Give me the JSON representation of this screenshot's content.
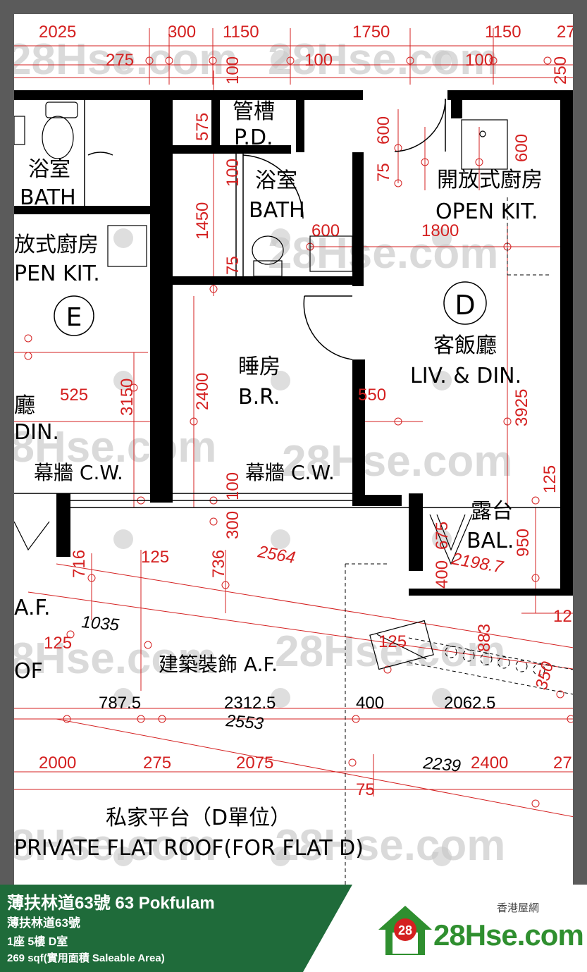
{
  "plan": {
    "room_labels": {
      "pd_cn": "管槽",
      "pd_en": "P.D.",
      "bath_cn": "浴室",
      "bath_en": "BATH",
      "open_kit_cn": "開放式廚房",
      "open_kit_en": "OPEN KIT.",
      "open_kit_left_cn": "放式廚房",
      "open_kit_left_en": "PEN KIT.",
      "unit_e": "E",
      "unit_d": "D",
      "liv_cn": "客飯廳",
      "liv_en": "LIV. & DIN.",
      "liv_left_cn": "廳",
      "liv_left_en": "DIN.",
      "br_cn": "睡房",
      "br_en": "B.R.",
      "cw_cn": "幕牆",
      "cw_en": "C.W.",
      "bal_cn": "露台",
      "bal_en": "BAL.",
      "af_cn": "建築裝飾",
      "af_en": "A.F.",
      "af_left": "A.F.",
      "of_left": "OF",
      "roof_cn": "私家平台（D單位）",
      "roof_en": "PRIVATE FLAT ROOF(FOR FLAT D)"
    },
    "dimensions": {
      "top": [
        "2025",
        "300",
        "1150",
        "1750",
        "1150",
        "27"
      ],
      "top2": [
        "275",
        "100",
        "100",
        "250"
      ],
      "v_100a": "100",
      "v_575": "575",
      "v_600a": "600",
      "v_75a": "75",
      "v_600b": "600",
      "v_100b": "100",
      "v_1450": "1450",
      "v_75b": "75",
      "h_600": "600",
      "h_1800": "1800",
      "v_3150": "3150",
      "h_525": "525",
      "v_2400": "2400",
      "h_550": "550",
      "v_3925": "3925",
      "v_100c": "100",
      "v_125": "125",
      "v_300": "300",
      "v_675": "675",
      "v_950": "950",
      "v_716": "716",
      "h_125a": "125",
      "v_736": "736",
      "d_2564": "2564",
      "v_400": "400",
      "d_2198": "2198.7",
      "v_883": "883",
      "d_1035": "1035",
      "h_125b": "125",
      "h_125c": "125",
      "r_12": "12",
      "v_350": "350",
      "b1": [
        "787.5",
        "2312.5",
        "400",
        "2062.5"
      ],
      "d_2553": "2553",
      "b2": [
        "2000",
        "275",
        "2075",
        "2400",
        "27"
      ],
      "d_2239": "2239",
      "v_75c": "75"
    },
    "watermark": "28Hse.com",
    "watermark_badge": "28"
  },
  "footer": {
    "title": "薄扶林道63號 63 Pokfulam",
    "subtitle": "薄扶林道63號",
    "unit": "1座 5樓 D室",
    "area": "269 sqf(實用面積 Saleable Area)",
    "logo_cn": "香港屋網",
    "logo_en": "28Hse.com",
    "logo_badge": "28"
  },
  "colors": {
    "wall": "#000000",
    "dimension": "#d42020",
    "footer_green": "#1f6b3a",
    "logo_green": "#2f8f2f"
  }
}
